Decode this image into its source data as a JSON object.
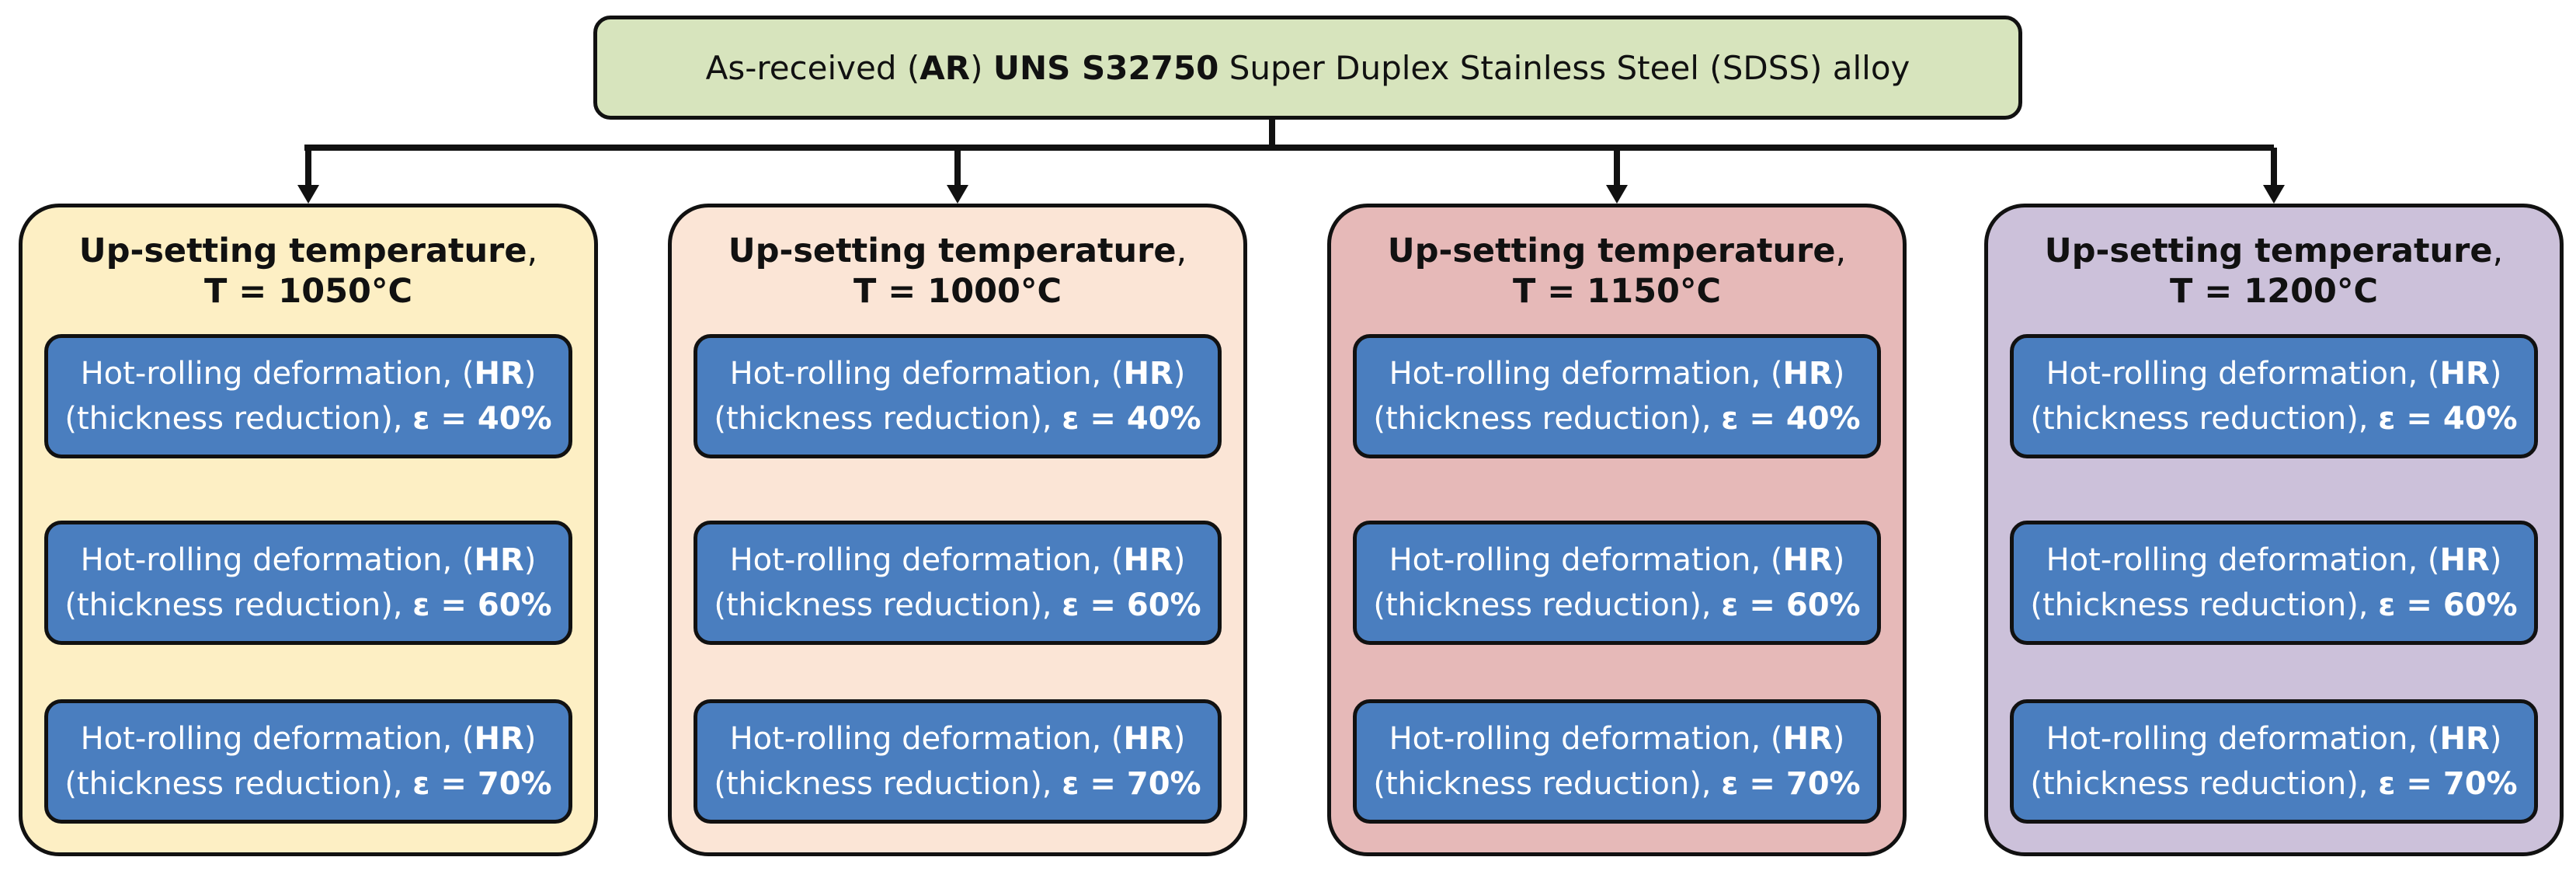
{
  "root": {
    "prefix": "As-received (",
    "ar": "AR",
    "mid": ") ",
    "uns": "UNS S32750",
    "suffix": " Super Duplex Stainless Steel (SDSS) alloy"
  },
  "columns": [
    {
      "title": "Up-setting temperature",
      "temp": "T = 1050°C",
      "color": "#fdefc4",
      "steps": [
        {
          "line1_pre": "Hot-rolling deformation, (",
          "hr": "HR",
          "line1_post": ")",
          "line2_pre": "(thickness reduction), ",
          "strain": "ε = 40%"
        },
        {
          "line1_pre": "Hot-rolling deformation, (",
          "hr": "HR",
          "line1_post": ")",
          "line2_pre": "(thickness reduction), ",
          "strain": "ε = 60%"
        },
        {
          "line1_pre": "Hot-rolling deformation, (",
          "hr": "HR",
          "line1_post": ")",
          "line2_pre": "(thickness reduction), ",
          "strain": "ε = 70%"
        }
      ]
    },
    {
      "title": "Up-setting temperature",
      "temp": "T = 1000°C",
      "color": "#fbe5d6",
      "steps": [
        {
          "line1_pre": "Hot-rolling deformation, (",
          "hr": "HR",
          "line1_post": ")",
          "line2_pre": "(thickness reduction), ",
          "strain": "ε = 40%"
        },
        {
          "line1_pre": "Hot-rolling deformation, (",
          "hr": "HR",
          "line1_post": ")",
          "line2_pre": "(thickness reduction), ",
          "strain": "ε = 60%"
        },
        {
          "line1_pre": "Hot-rolling deformation, (",
          "hr": "HR",
          "line1_post": ")",
          "line2_pre": "(thickness reduction), ",
          "strain": "ε = 70%"
        }
      ]
    },
    {
      "title": "Up-setting temperature",
      "temp": "T = 1150°C",
      "color": "#e6b9b8",
      "steps": [
        {
          "line1_pre": "Hot-rolling deformation, (",
          "hr": "HR",
          "line1_post": ")",
          "line2_pre": "(thickness reduction), ",
          "strain": "ε = 40%"
        },
        {
          "line1_pre": "Hot-rolling deformation, (",
          "hr": "HR",
          "line1_post": ")",
          "line2_pre": "(thickness reduction), ",
          "strain": "ε = 60%"
        },
        {
          "line1_pre": "Hot-rolling deformation, (",
          "hr": "HR",
          "line1_post": ")",
          "line2_pre": "(thickness reduction), ",
          "strain": "ε = 70%"
        }
      ]
    },
    {
      "title": "Up-setting temperature",
      "temp": "T = 1200°C",
      "color": "#ccc1da",
      "steps": [
        {
          "line1_pre": "Hot-rolling deformation, (",
          "hr": "HR",
          "line1_post": ")",
          "line2_pre": "(thickness reduction), ",
          "strain": "ε = 40%"
        },
        {
          "line1_pre": "Hot-rolling deformation, (",
          "hr": "HR",
          "line1_post": ")",
          "line2_pre": "(thickness reduction), ",
          "strain": "ε = 60%"
        },
        {
          "line1_pre": "Hot-rolling deformation, (",
          "hr": "HR",
          "line1_post": ")",
          "line2_pre": "(thickness reduction), ",
          "strain": "ε = 70%"
        }
      ]
    }
  ],
  "colors": {
    "root_fill": "#d7e4bd",
    "step_fill": "#4a7ebf",
    "outline": "#111111"
  }
}
